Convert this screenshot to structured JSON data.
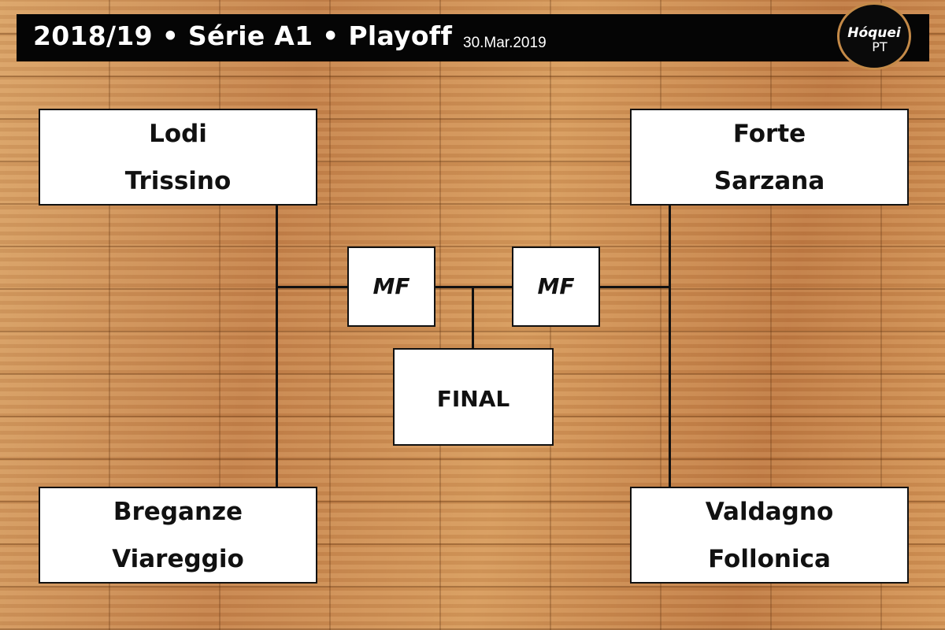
{
  "header": {
    "title": "2018/19 • Série A1 • Playoff",
    "date": "30.Mar.2019",
    "logo_line1": "Hóquei",
    "logo_line2": "PT"
  },
  "bracket": {
    "quarterfinals": [
      {
        "team1": "Lodi",
        "team2": "Trissino"
      },
      {
        "team1": "Breganze",
        "team2": "Viareggio"
      },
      {
        "team1": "Forte",
        "team2": "Sarzana"
      },
      {
        "team1": "Valdagno",
        "team2": "Follonica"
      }
    ],
    "semifinals": [
      {
        "label": "MF"
      },
      {
        "label": "MF"
      }
    ],
    "final": {
      "label": "FINAL"
    }
  },
  "colors": {
    "header_bg": "#050505",
    "box_bg": "#ffffff",
    "line": "#111111",
    "floor": "#c98a4c",
    "logo_ring": "#c48a48"
  }
}
